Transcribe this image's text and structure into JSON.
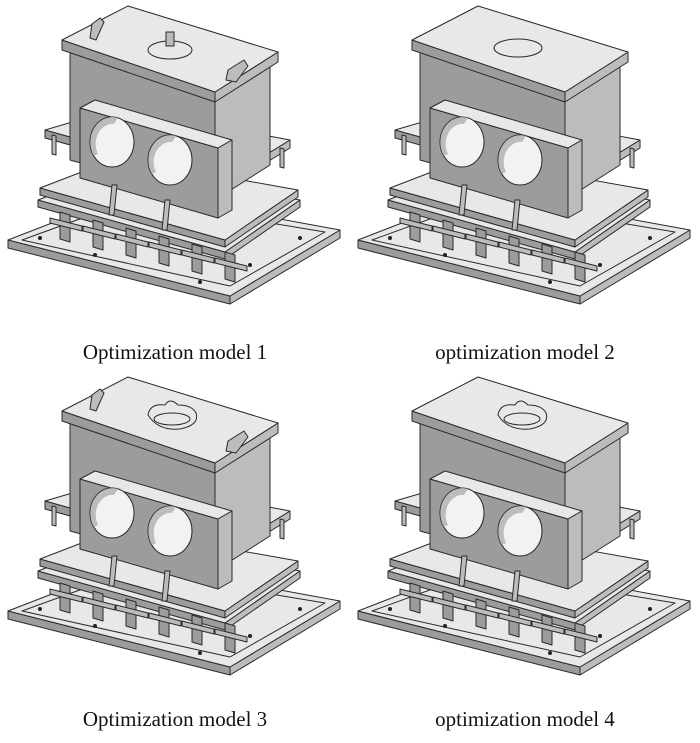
{
  "figure": {
    "panels": [
      {
        "caption": "Optimization model 1"
      },
      {
        "caption": "optimization model 2"
      },
      {
        "caption": "Optimization model 3"
      },
      {
        "caption": "optimization model 4"
      }
    ],
    "colors": {
      "top": "#e8e8e8",
      "side": "#bcbcbc",
      "front": "#9c9c9c",
      "edge": "#2a2a2a"
    }
  }
}
